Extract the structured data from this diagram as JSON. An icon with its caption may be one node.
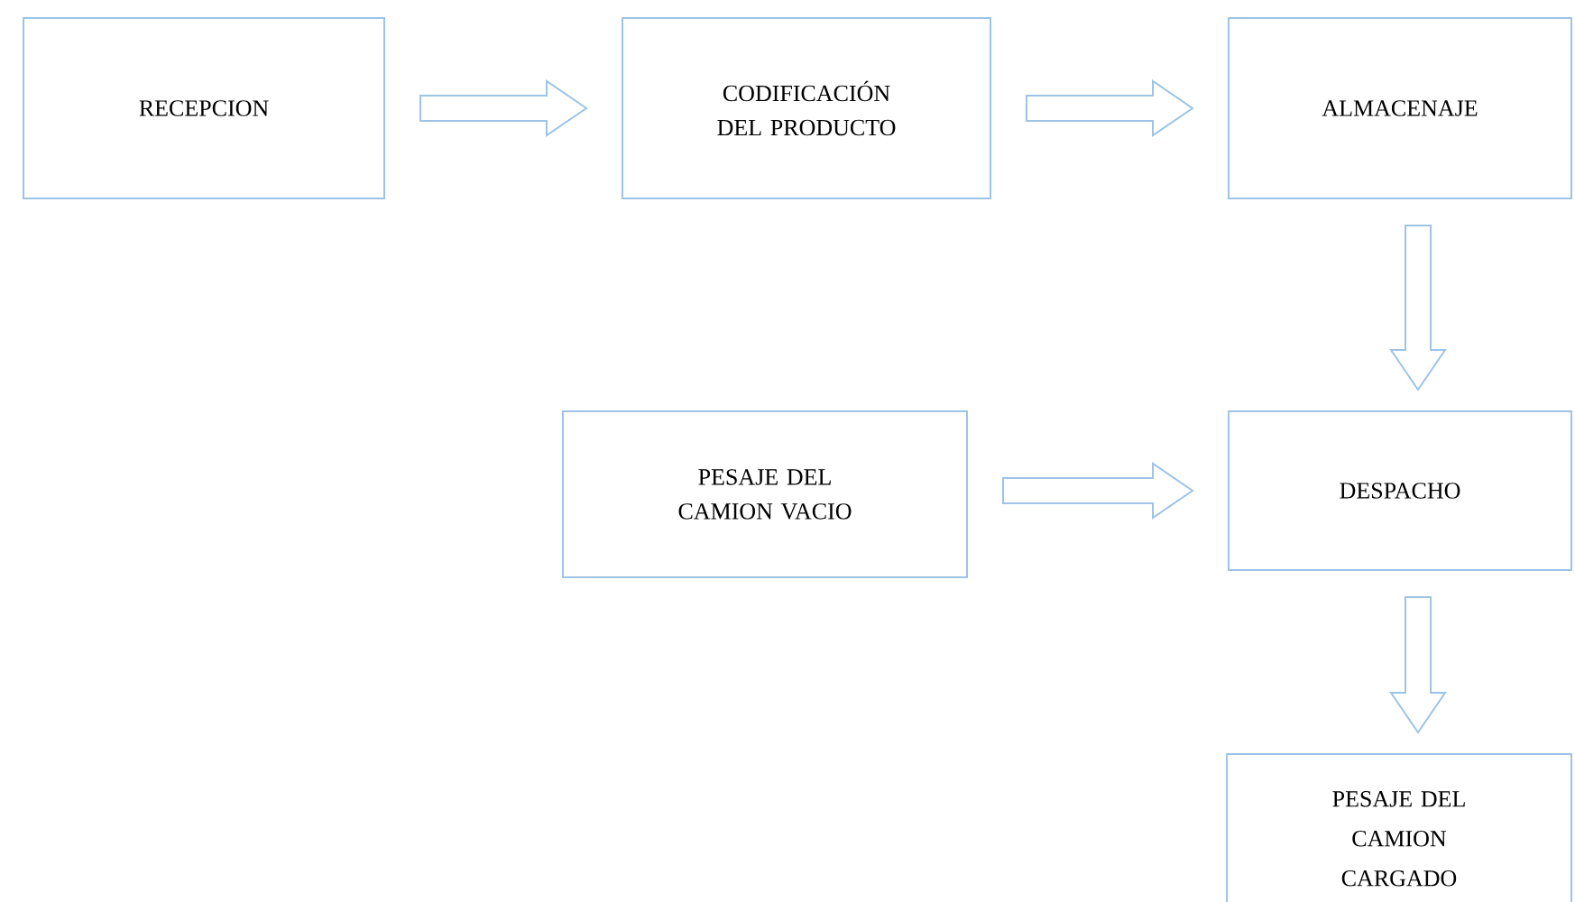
{
  "diagram": {
    "nodes": [
      {
        "text": [
          "RECEPCION"
        ]
      },
      {
        "text": [
          "CODIFICACIÓN DEL PRODUCTO"
        ]
      },
      {
        "text": [
          "ALMACENAJE"
        ]
      },
      {
        "text": [
          "PESAJE DEL CAMION VACIO"
        ]
      },
      {
        "text": [
          "DESPACHO"
        ]
      },
      {
        "text": [
          "PESAJE DEL CAMION CARGADO"
        ]
      }
    ],
    "edges": [
      {
        "from": 0,
        "to": 1,
        "arrow": "to"
      },
      {
        "from": 1,
        "to": 2,
        "arrow": "to"
      },
      {
        "from": 2,
        "to": 4,
        "arrow": "to"
      },
      {
        "from": 3,
        "to": 4,
        "arrow": "to"
      },
      {
        "from": 4,
        "to": 5,
        "arrow": "to"
      }
    ]
  }
}
